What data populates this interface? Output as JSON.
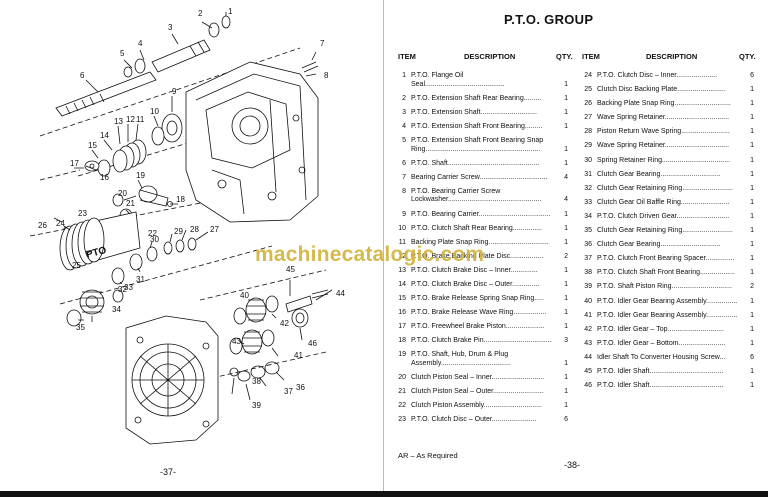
{
  "left_page": {
    "page_number": "-37-",
    "callouts": [
      "1",
      "2",
      "3",
      "4",
      "5",
      "6",
      "7",
      "8",
      "9",
      "10",
      "11",
      "12",
      "13",
      "14",
      "15",
      "16",
      "17",
      "18",
      "19",
      "20",
      "21",
      "22",
      "23",
      "24",
      "25",
      "26",
      "27",
      "28",
      "29",
      "30",
      "31",
      "32",
      "33",
      "34",
      "35",
      "36",
      "37",
      "38",
      "39",
      "40",
      "41",
      "42",
      "43",
      "44",
      "45",
      "46"
    ],
    "pto_label": "PTO"
  },
  "right_page": {
    "title": "P.T.O. GROUP",
    "headers": {
      "item": "ITEM",
      "description": "DESCRIPTION",
      "qty": "QTY."
    },
    "left_column": [
      {
        "item": "1",
        "description": "P.T.O. Flange Oil Seal.........................................",
        "qty": "1"
      },
      {
        "item": "2",
        "description": "P.T.O. Extension Shaft Rear Bearing.........",
        "qty": "1"
      },
      {
        "item": "3",
        "description": "P.T.O.   Extension   Shaft.............................",
        "qty": "1"
      },
      {
        "item": "4",
        "description": "P.T.O. Extension Shaft Front Bearing.........",
        "qty": "1"
      },
      {
        "item": "5",
        "description": "P.T.O. Extension Shaft Front Bearing Snap Ring...........................................................",
        "qty": "1"
      },
      {
        "item": "6",
        "description": "P.T.O.   Shaft...............................................",
        "qty": "1"
      },
      {
        "item": "7",
        "description": "Bearing Carrier Screw...................................",
        "qty": "4"
      },
      {
        "item": "8",
        "description": "P.T.O. Bearing Carrier Screw Lockwasher................................................",
        "qty": "4"
      },
      {
        "item": "9",
        "description": "P.T.O. Bearing Carrier.....................................",
        "qty": "1"
      },
      {
        "item": "10",
        "description": "P.T.O. Clutch Shaft Rear Bearing...............",
        "qty": "1"
      },
      {
        "item": "11",
        "description": "Backing Plate Snap Ring...............................",
        "qty": "1"
      },
      {
        "item": "12",
        "description": "P.T.O. Brake Backing Plate Disc.................",
        "qty": "2"
      },
      {
        "item": "13",
        "description": "P.T.O. Clutch Brake Disc – Inner..............",
        "qty": "1"
      },
      {
        "item": "14",
        "description": "P.T.O. Clutch Brake Disc – Outer..............",
        "qty": "1"
      },
      {
        "item": "15",
        "description": "P.T.O. Brake Release Spring Snap Ring.....",
        "qty": "1"
      },
      {
        "item": "16",
        "description": "P.T.O. Brake Release Wave Ring.................",
        "qty": "1"
      },
      {
        "item": "17",
        "description": "P.T.O. Freewheel Brake Piston....................",
        "qty": "1"
      },
      {
        "item": "18",
        "description": "P.T.O. Clutch Brake Pin...................................",
        "qty": "3"
      },
      {
        "item": "19",
        "description": "P.T.O. Shaft, Hub, Drum & Plug Assembly....................................",
        "qty": "1"
      },
      {
        "item": "20",
        "description": "Clutch Piston Seal – Inner...........................",
        "qty": "1"
      },
      {
        "item": "21",
        "description": "Clutch Piston Seal – Outer..........................",
        "qty": "1"
      },
      {
        "item": "22",
        "description": "Clutch Piston Assembly..............................",
        "qty": "1"
      },
      {
        "item": "23",
        "description": "P.T.O. Clutch Disc – Outer.......................",
        "qty": "6"
      }
    ],
    "right_column": [
      {
        "item": "24",
        "description": "P.T.O. Clutch Disc – Inner.....................",
        "qty": "6"
      },
      {
        "item": "25",
        "description": "Clutch Disc Backing Plate.........................",
        "qty": "1"
      },
      {
        "item": "26",
        "description": "Backing Plate Snap Ring.............................",
        "qty": "1"
      },
      {
        "item": "27",
        "description": "Wave Spring Retainer.................................",
        "qty": "1"
      },
      {
        "item": "28",
        "description": "Piston Return Wave Spring.........................",
        "qty": "1"
      },
      {
        "item": "29",
        "description": "Wave Spring Retainer.................................",
        "qty": "1"
      },
      {
        "item": "30",
        "description": "Spring Retainer Ring...................................",
        "qty": "1"
      },
      {
        "item": "31",
        "description": "Clutch   Gear   Bearing...............................",
        "qty": "1"
      },
      {
        "item": "32",
        "description": "Clutch Gear Retaining Ring..........................",
        "qty": "1"
      },
      {
        "item": "33",
        "description": "Clutch Gear Oil Baffle Ring.........................",
        "qty": "1"
      },
      {
        "item": "34",
        "description": "P.T.O. Clutch Driven Gear...........................",
        "qty": "1"
      },
      {
        "item": "35",
        "description": "Clutch Gear Retaining Ring..........................",
        "qty": "1"
      },
      {
        "item": "36",
        "description": "Clutch   Gear   Bearing...............................",
        "qty": "1"
      },
      {
        "item": "37",
        "description": "P.T.O. Clutch Front Bearing Spacer...............",
        "qty": "1"
      },
      {
        "item": "38",
        "description": "P.T.O. Clutch Shaft Front Bearing..................",
        "qty": "1"
      },
      {
        "item": "39",
        "description": "P.T.O. Shaft Piston Ring...............................",
        "qty": "2"
      },
      {
        "item": "40",
        "description": "P.T.O. Idler Gear Bearing Assembly................",
        "qty": "1"
      },
      {
        "item": "41",
        "description": "P.T.O. Idler Gear Bearing Assembly................",
        "qty": "1"
      },
      {
        "item": "42",
        "description": "P.T.O. Idler Gear –  Top.............................",
        "qty": "1"
      },
      {
        "item": "43",
        "description": "P.T.O. Idler Gear – Bottom........................",
        "qty": "1"
      },
      {
        "item": "44",
        "description": "Idler Shaft To Converter Housing Screw...",
        "qty": "6"
      },
      {
        "item": "45",
        "description": "P.T.O. Idler Shaft......................................",
        "qty": "1"
      },
      {
        "item": "46",
        "description": "P.T.O. Idler Shaft......................................",
        "qty": "1"
      }
    ],
    "note": "AR – As Required",
    "page_number": "-38-"
  },
  "watermark": "machinecatalogic.com"
}
